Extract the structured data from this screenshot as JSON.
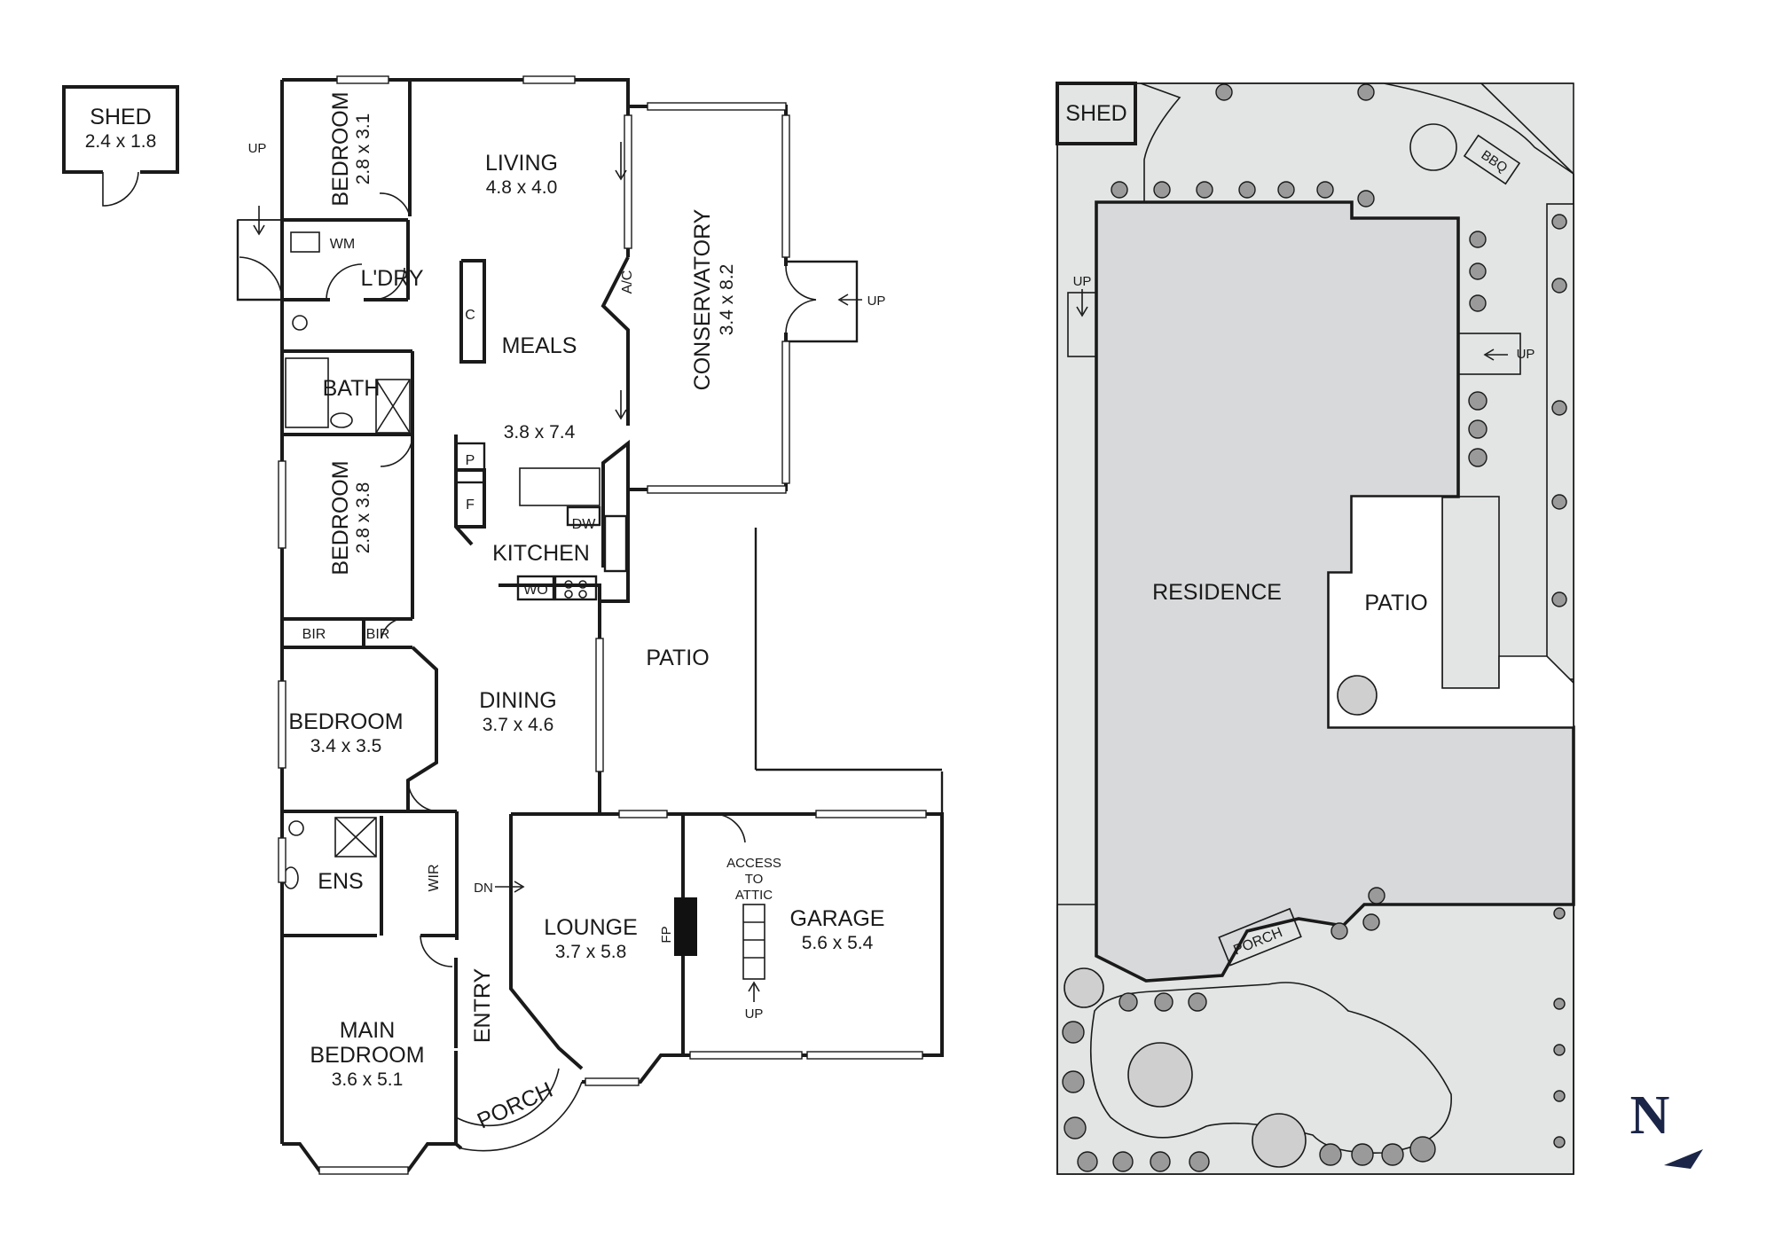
{
  "floor_plan": {
    "rooms": {
      "shed": {
        "name": "SHED",
        "size": "2.4 x 1.8"
      },
      "bedroom_a": {
        "name": "BEDROOM",
        "size": "2.8 x 3.1"
      },
      "living": {
        "name": "LIVING",
        "size": "4.8 x 4.0"
      },
      "conservatory": {
        "name": "CONSERVATORY",
        "size": "3.4 x 8.2"
      },
      "wm": {
        "name": "WM"
      },
      "laundry": {
        "name": "L'DRY"
      },
      "meals": {
        "name": "MEALS",
        "size": "3.8 x 7.4"
      },
      "ac": {
        "name": "A/C"
      },
      "bath": {
        "name": "BATH"
      },
      "bedroom_b": {
        "name": "BEDROOM",
        "size": "2.8 x 3.8"
      },
      "kitchen": {
        "name": "KITCHEN"
      },
      "dw": {
        "name": "DW"
      },
      "wo": {
        "name": "WO"
      },
      "c": {
        "name": "C"
      },
      "p": {
        "name": "P"
      },
      "f": {
        "name": "F"
      },
      "bir1": {
        "name": "BIR"
      },
      "bir2": {
        "name": "BIR"
      },
      "patio": {
        "name": "PATIO"
      },
      "bedroom_c": {
        "name": "BEDROOM",
        "size": "3.4 x 3.5"
      },
      "dining": {
        "name": "DINING",
        "size": "3.7 x 4.6"
      },
      "ens": {
        "name": "ENS"
      },
      "wir": {
        "name": "WIR"
      },
      "lounge": {
        "name": "LOUNGE",
        "size": "3.7 x 5.8"
      },
      "fp": {
        "name": "FP"
      },
      "garage": {
        "name": "GARAGE",
        "size": "5.6 x 5.4"
      },
      "attic": {
        "line1": "ACCESS",
        "line2": "TO",
        "line3": "ATTIC"
      },
      "entry": {
        "name": "ENTRY"
      },
      "main_bedroom": {
        "line1": "MAIN",
        "line2": "BEDROOM",
        "size": "3.6 x 5.1"
      },
      "porch": {
        "name": "PORCH"
      }
    },
    "markers": {
      "up1": "UP",
      "up2": "UP",
      "up3": "UP",
      "dn": "DN"
    }
  },
  "site_plan": {
    "shed": "SHED",
    "bbq": "BBQ",
    "residence": "RESIDENCE",
    "patio": "PATIO",
    "porch": "PORCH",
    "up1": "UP",
    "up2": "UP"
  },
  "compass": {
    "letter": "N"
  },
  "colors": {
    "ink": "#1a1a1a",
    "house_fill": "#d8d9da",
    "garden_fill": "#e3e5e5",
    "compass": "#1b2547"
  }
}
